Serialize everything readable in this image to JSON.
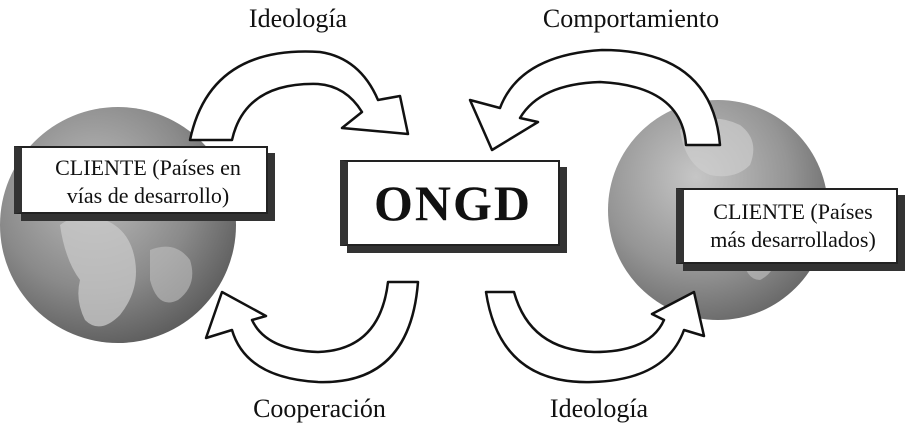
{
  "labels": {
    "top_left": "Ideología",
    "top_right": "Comportamiento",
    "bottom_left": "Cooperación",
    "bottom_right": "Ideología"
  },
  "center": {
    "text": "ONGD"
  },
  "client_left": {
    "line1": "CLIENTE (Países en",
    "line2": "vías de desarrollo)"
  },
  "client_right": {
    "line1": "CLIENTE  (Países",
    "line2": "más desarrollados)"
  },
  "colors": {
    "globe_ocean": "#8a8a8a",
    "globe_land": "#d4d4d4",
    "stroke": "#111111"
  }
}
